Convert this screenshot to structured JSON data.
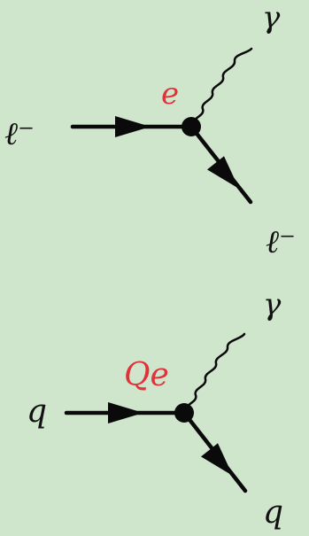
{
  "background_color": "#cfe6cc",
  "line_color": "#0a0a0a",
  "coupling_color": "#e0323a",
  "vertices": [
    {
      "incoming_label": "ℓ⁻",
      "coupling_label": "e",
      "photon_label": "γ",
      "outgoing_label": "ℓ⁻"
    },
    {
      "incoming_label": "q",
      "coupling_label": "Qe",
      "photon_label": "γ",
      "outgoing_label": "q"
    }
  ]
}
